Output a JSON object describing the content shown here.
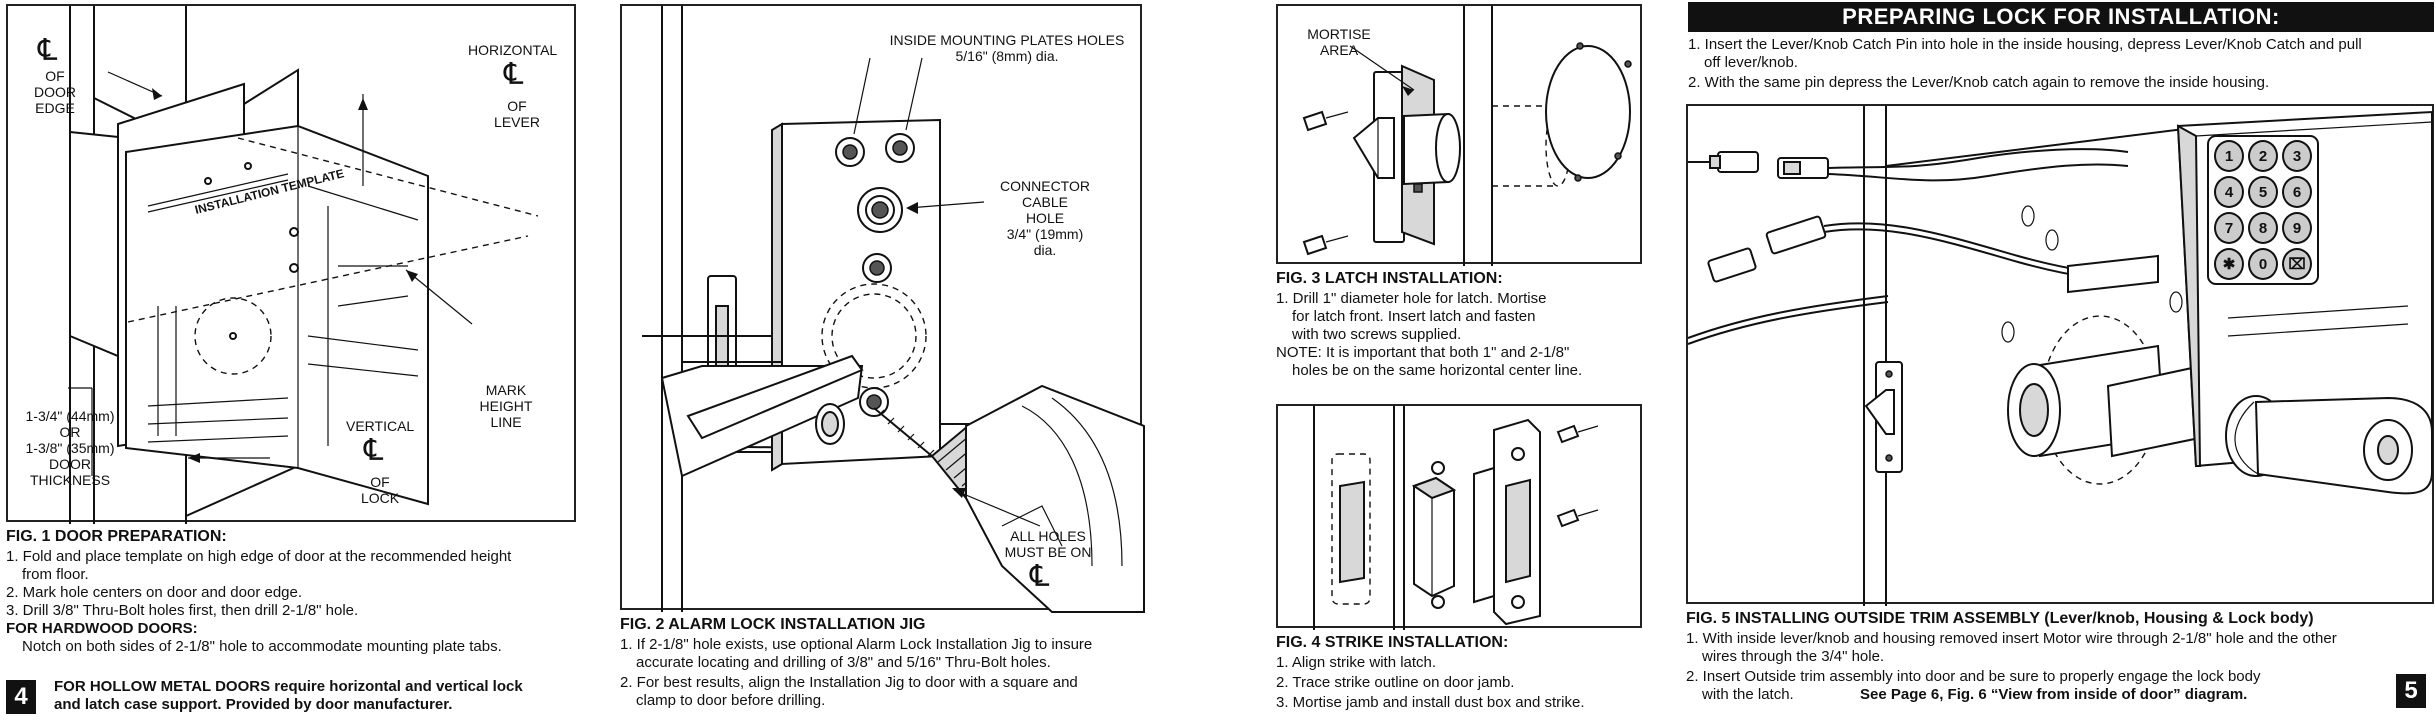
{
  "fig1": {
    "labels": {
      "cl_symbol": "℄",
      "door_edge": [
        "OF",
        "DOOR",
        "EDGE"
      ],
      "horizontal": "HORIZONTAL",
      "lever": [
        "OF",
        "LEVER"
      ],
      "mark_height": [
        "MARK",
        "HEIGHT",
        "LINE"
      ],
      "thickness": [
        "1-3/4\" (44mm)",
        "OR",
        "1-3/8\" (35mm)",
        "DOOR",
        "THICKNESS"
      ],
      "vertical": "VERTICAL",
      "lock": [
        "OF",
        "LOCK"
      ],
      "template_title": "INSTALLATION TEMPLATE"
    },
    "caption": "FIG. 1  DOOR PREPARATION:",
    "steps": [
      "1. Fold and place template on high edge of door at the recommended height",
      "from floor.",
      "2. Mark hole centers on door and door edge.",
      "3. Drill 3/8\" Thru-Bolt holes first, then drill 2-1/8\" hole."
    ],
    "hardwood_title": "FOR HARDWOOD DOORS:",
    "hardwood_text": "Notch on both sides of 2-1/8\" hole to accommodate mounting plate tabs.",
    "hollow_text": [
      "FOR HOLLOW METAL DOORS require horizontal and vertical lock",
      "and latch case support. Provided by door manufacturer."
    ],
    "page_number": "4"
  },
  "fig2": {
    "labels": {
      "plates": [
        "INSIDE MOUNTING PLATES HOLES",
        "5/16\" (8mm) dia."
      ],
      "connector": [
        "CONNECTOR",
        "CABLE",
        "HOLE",
        "3/4\" (19mm)",
        "dia."
      ],
      "all_holes": [
        "ALL HOLES",
        "MUST BE ON"
      ],
      "cl_symbol": "℄"
    },
    "caption": "FIG. 2 ALARM LOCK INSTALLATION JIG",
    "steps": [
      "1. If 2-1/8\" hole exists, use optional Alarm Lock Installation Jig to insure",
      "accurate locating and drilling of 3/8\" and 5/16\" Thru-Bolt holes.",
      "2. For best results, align the Installation Jig  to door with a square and",
      "clamp to door before drilling."
    ]
  },
  "fig3": {
    "labels": {
      "mortise": [
        "MORTISE",
        "AREA"
      ]
    },
    "caption": "FIG. 3 LATCH INSTALLATION:",
    "steps": [
      "1. Drill 1\" diameter hole for latch. Mortise",
      "for latch front. Insert latch and fasten",
      "with two screws supplied.",
      "NOTE: It is important that both 1\" and 2-1/8\"",
      "holes be on the same horizontal center line."
    ]
  },
  "fig4": {
    "caption": "FIG. 4  STRIKE INSTALLATION:",
    "steps": [
      "1. Align strike with latch.",
      "2. Trace strike outline on door jamb.",
      "3. Mortise jamb and install dust box and strike."
    ]
  },
  "fig5": {
    "banner": "PREPARING LOCK FOR INSTALLATION:",
    "intro": [
      "1. Insert the Lever/Knob Catch Pin into hole in the inside housing, depress Lever/Knob Catch and pull",
      "off lever/knob.",
      "2. With the same pin depress the Lever/Knob catch again to remove the inside housing."
    ],
    "keypad": [
      "1",
      "2",
      "3",
      "4",
      "5",
      "6",
      "7",
      "8",
      "9",
      "✱",
      "0",
      "⌧"
    ],
    "caption": "FIG. 5  INSTALLING OUTSIDE TRIM ASSEMBLY  (Lever/knob, Housing & Lock body)",
    "steps": [
      "1. With inside lever/knob and housing removed insert Motor wire through 2-1/8\" hole and the other",
      "wires through the 3/4\" hole.",
      "2. Insert Outside trim assembly into door and be sure to properly engage the lock body"
    ],
    "step_last_a": "with the latch.",
    "step_last_b": "See Page 6, Fig. 6 “View from inside of door” diagram.",
    "page_number": "5"
  }
}
